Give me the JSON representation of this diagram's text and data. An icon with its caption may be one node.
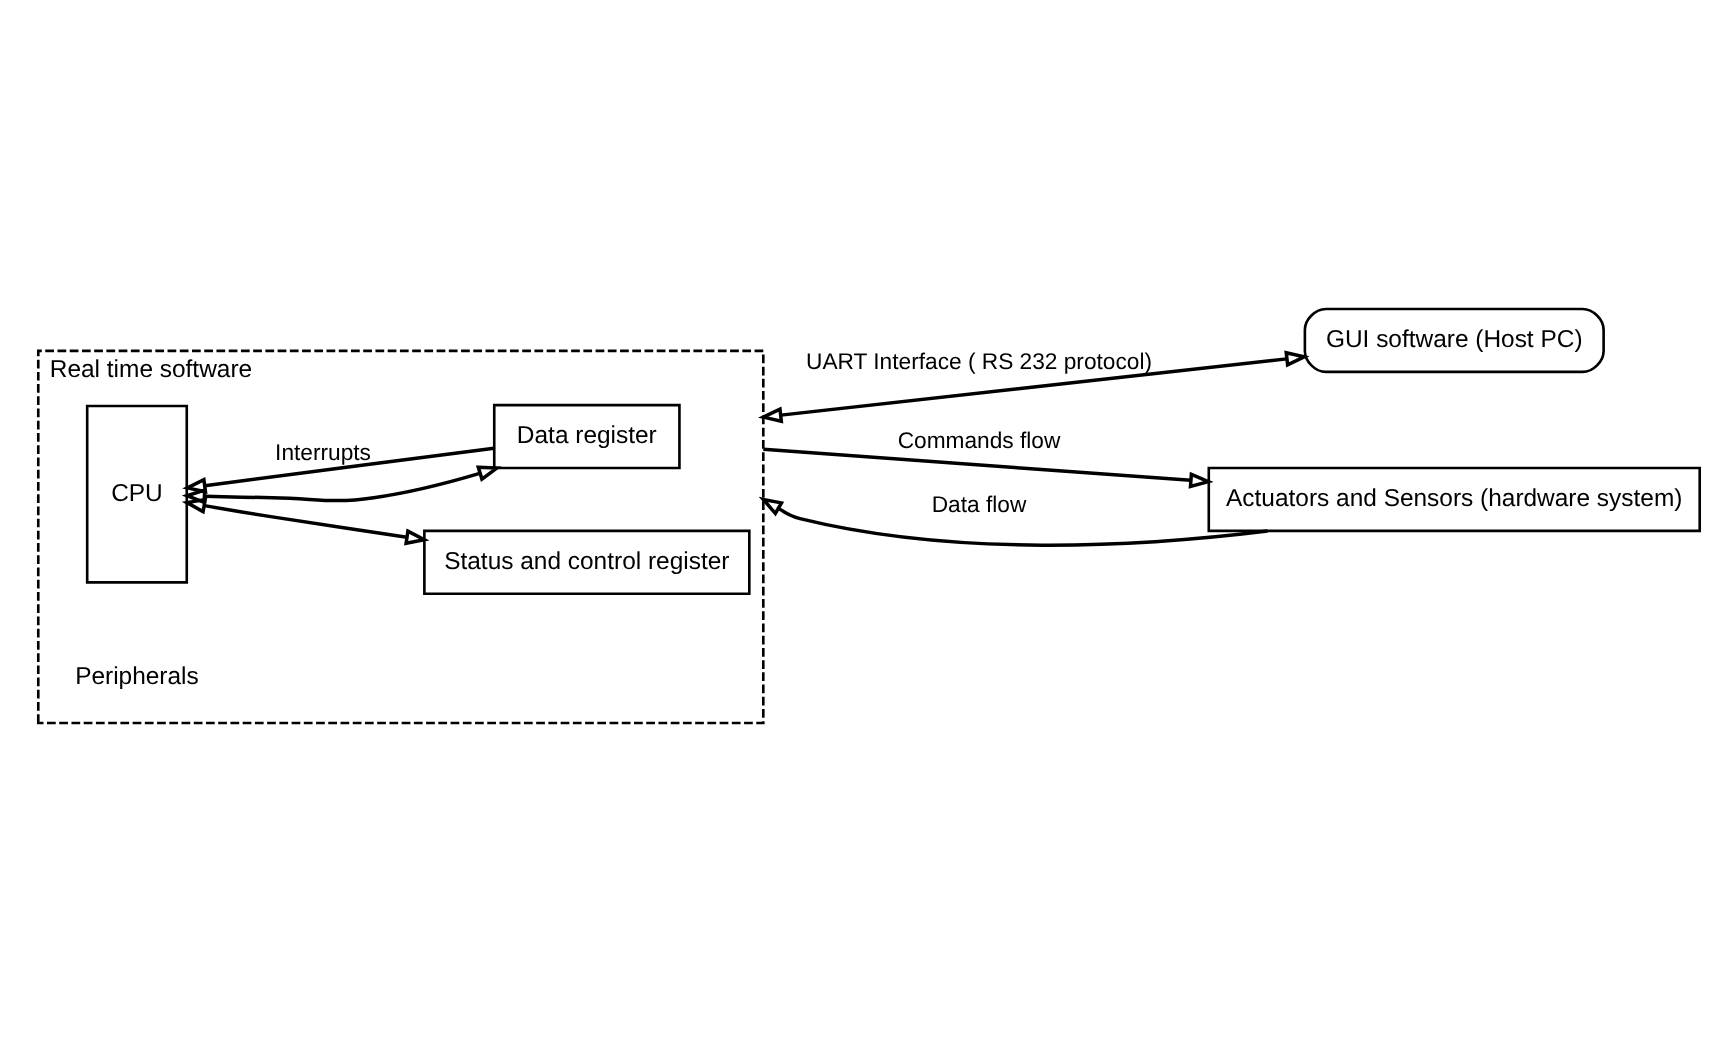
{
  "diagram": {
    "nodes": [
      {
        "text": [
          "Real time software"
        ]
      },
      {
        "text": [
          "CPU"
        ],
        "in": 0
      },
      {
        "text": [
          "Status and control register"
        ],
        "in": 0
      },
      {
        "text": [
          "Data register"
        ],
        "in": 0
      },
      {
        "text": [
          "GUI software (Host PC)"
        ]
      },
      {
        "text": [
          "Actuators and Sensors (hardware system)"
        ]
      }
    ],
    "edges": [
      {
        "from": 1,
        "to": 2,
        "arrow": "both"
      },
      {
        "from": 1,
        "to": 3,
        "arrow": "both"
      },
      {
        "from": 3,
        "to": 1,
        "arrow": "to",
        "label": "Interrupts"
      },
      {
        "from": 0,
        "to": 4,
        "arrow": "both",
        "label": "UART Interface ( RS 232 protocol)"
      },
      {
        "from": 0,
        "to": 5,
        "arrow": "to",
        "label": "Commands flow"
      },
      {
        "from": 5,
        "to": 0,
        "arrow": "to",
        "label": "Data flow"
      }
    ],
    "labels": [
      "Peripherals"
    ]
  }
}
